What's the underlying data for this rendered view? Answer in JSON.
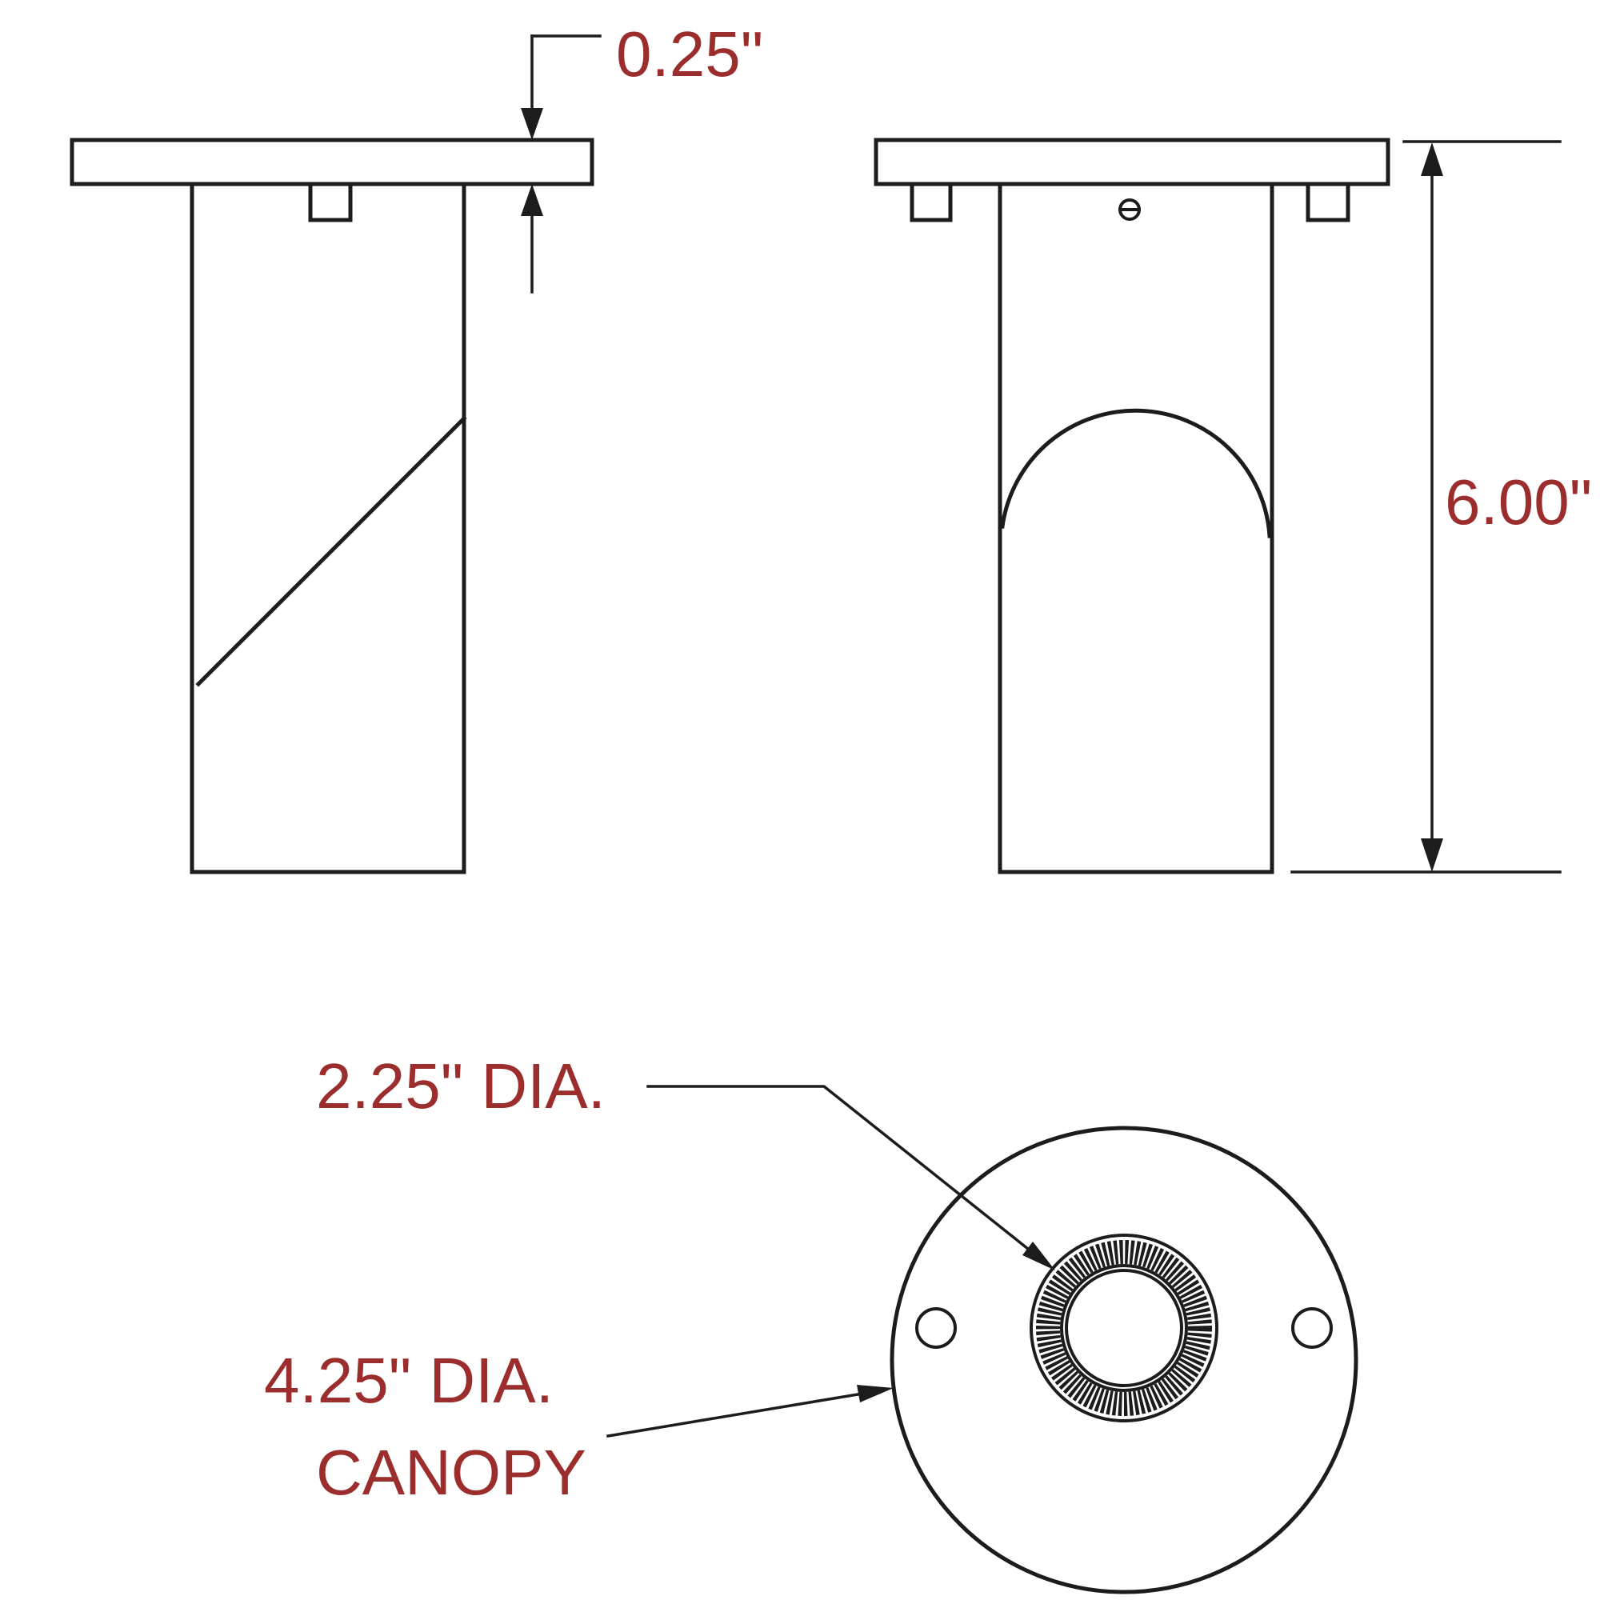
{
  "title": "Light fixture canopy dimension drawing",
  "colors": {
    "line": "#1c1c1c",
    "dimension_text": "#9b2d2d",
    "background": "#ffffff"
  },
  "dimensions": {
    "canopy_thickness": {
      "label": "0.25\""
    },
    "fixture_height": {
      "label": "6.00\""
    },
    "opening_diameter": {
      "label": "2.25\" DIA."
    },
    "canopy_diameter": {
      "line1": "4.25\" DIA.",
      "line2": "CANOPY"
    }
  }
}
